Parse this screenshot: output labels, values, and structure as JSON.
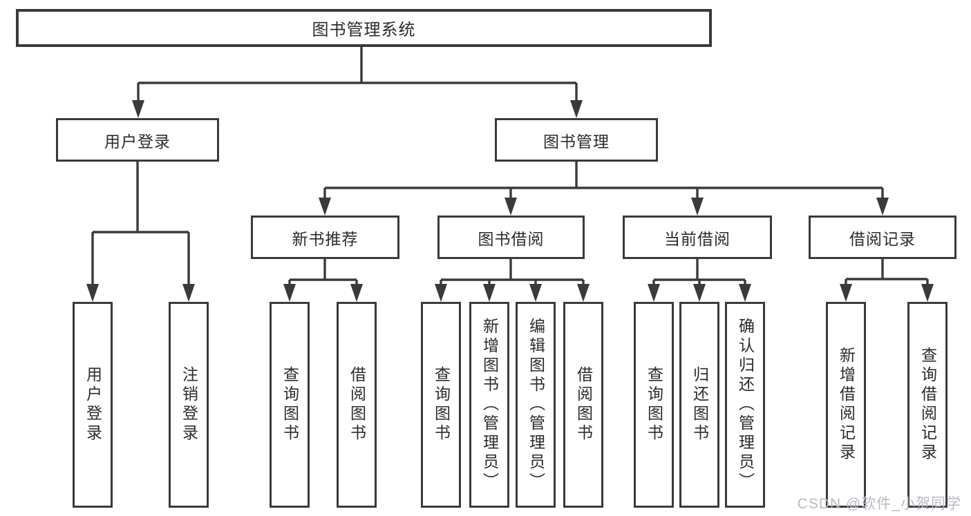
{
  "diagram": {
    "root_label": "图书管理系统",
    "level2": [
      {
        "label": "用户登录",
        "children": [
          "用户登录",
          "注销登录"
        ]
      },
      {
        "label": "图书管理"
      }
    ],
    "level3": [
      {
        "label": "新书推荐",
        "children": [
          "查询图书",
          "借阅图书"
        ]
      },
      {
        "label": "图书借阅",
        "children": [
          "查询图书",
          "新增图书（管理员）",
          "编辑图书（管理员）",
          "借阅图书"
        ]
      },
      {
        "label": "当前借阅",
        "children": [
          "查询图书",
          "归还图书",
          "确认归还（管理员）"
        ]
      },
      {
        "label": "借阅记录",
        "children": [
          "新增借阅记录",
          "查询借阅记录"
        ]
      }
    ]
  },
  "colors": {
    "line": "#3a3a3a",
    "box_border": "#3a3a3a",
    "box_background": "#ffffff",
    "watermark": "#b6bac1"
  },
  "watermark": {
    "text": "CSDN @软件_小贺同学"
  }
}
